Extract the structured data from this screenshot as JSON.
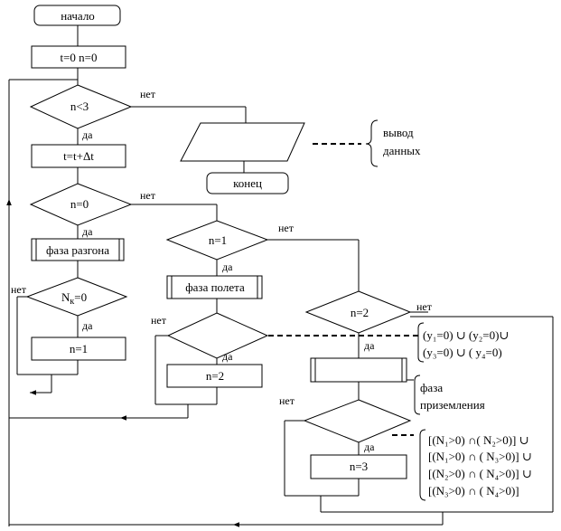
{
  "nodes": {
    "start": "начало",
    "init": "t=0 n=0",
    "cond_n_lt_3": "n<3",
    "time_step": "t=t+Δt",
    "cond_n_eq_0": "n=0",
    "phase_accel": "фаза разгона",
    "cond_nk_eq_0_base": "N",
    "cond_nk_eq_0_sub": "к",
    "cond_nk_eq_0_rest": "=0",
    "set_n1": "n=1",
    "output": "",
    "end": "конец",
    "cond_n_eq_1": "n=1",
    "phase_flight": "фаза полета",
    "set_n2": "n=2",
    "cond_n_eq_2": "n=2",
    "phase_landing_box": "",
    "set_n3": "n=3"
  },
  "labels": {
    "yes": "да",
    "no": "нет"
  },
  "annotations": {
    "output_line1": "вывод",
    "output_line2": "данных",
    "landing_line1": "фаза",
    "landing_line2": "приземления",
    "cond_y_line1": "(y₁=0) ∪ (y₂=0)∪",
    "cond_y_line2": "(y₃=0) ∪ ( y₄=0)",
    "cond_N_line1": "[(N₁>0) ∩( N₂>0)] ∪",
    "cond_N_line2": "[(N₁>0) ∩ ( N₃>0)] ∪",
    "cond_N_line3": "[(N₂>0) ∩ ( N₄>0)] ∪",
    "cond_N_line4": "[(N₃>0) ∩ ( N₄>0)]"
  }
}
